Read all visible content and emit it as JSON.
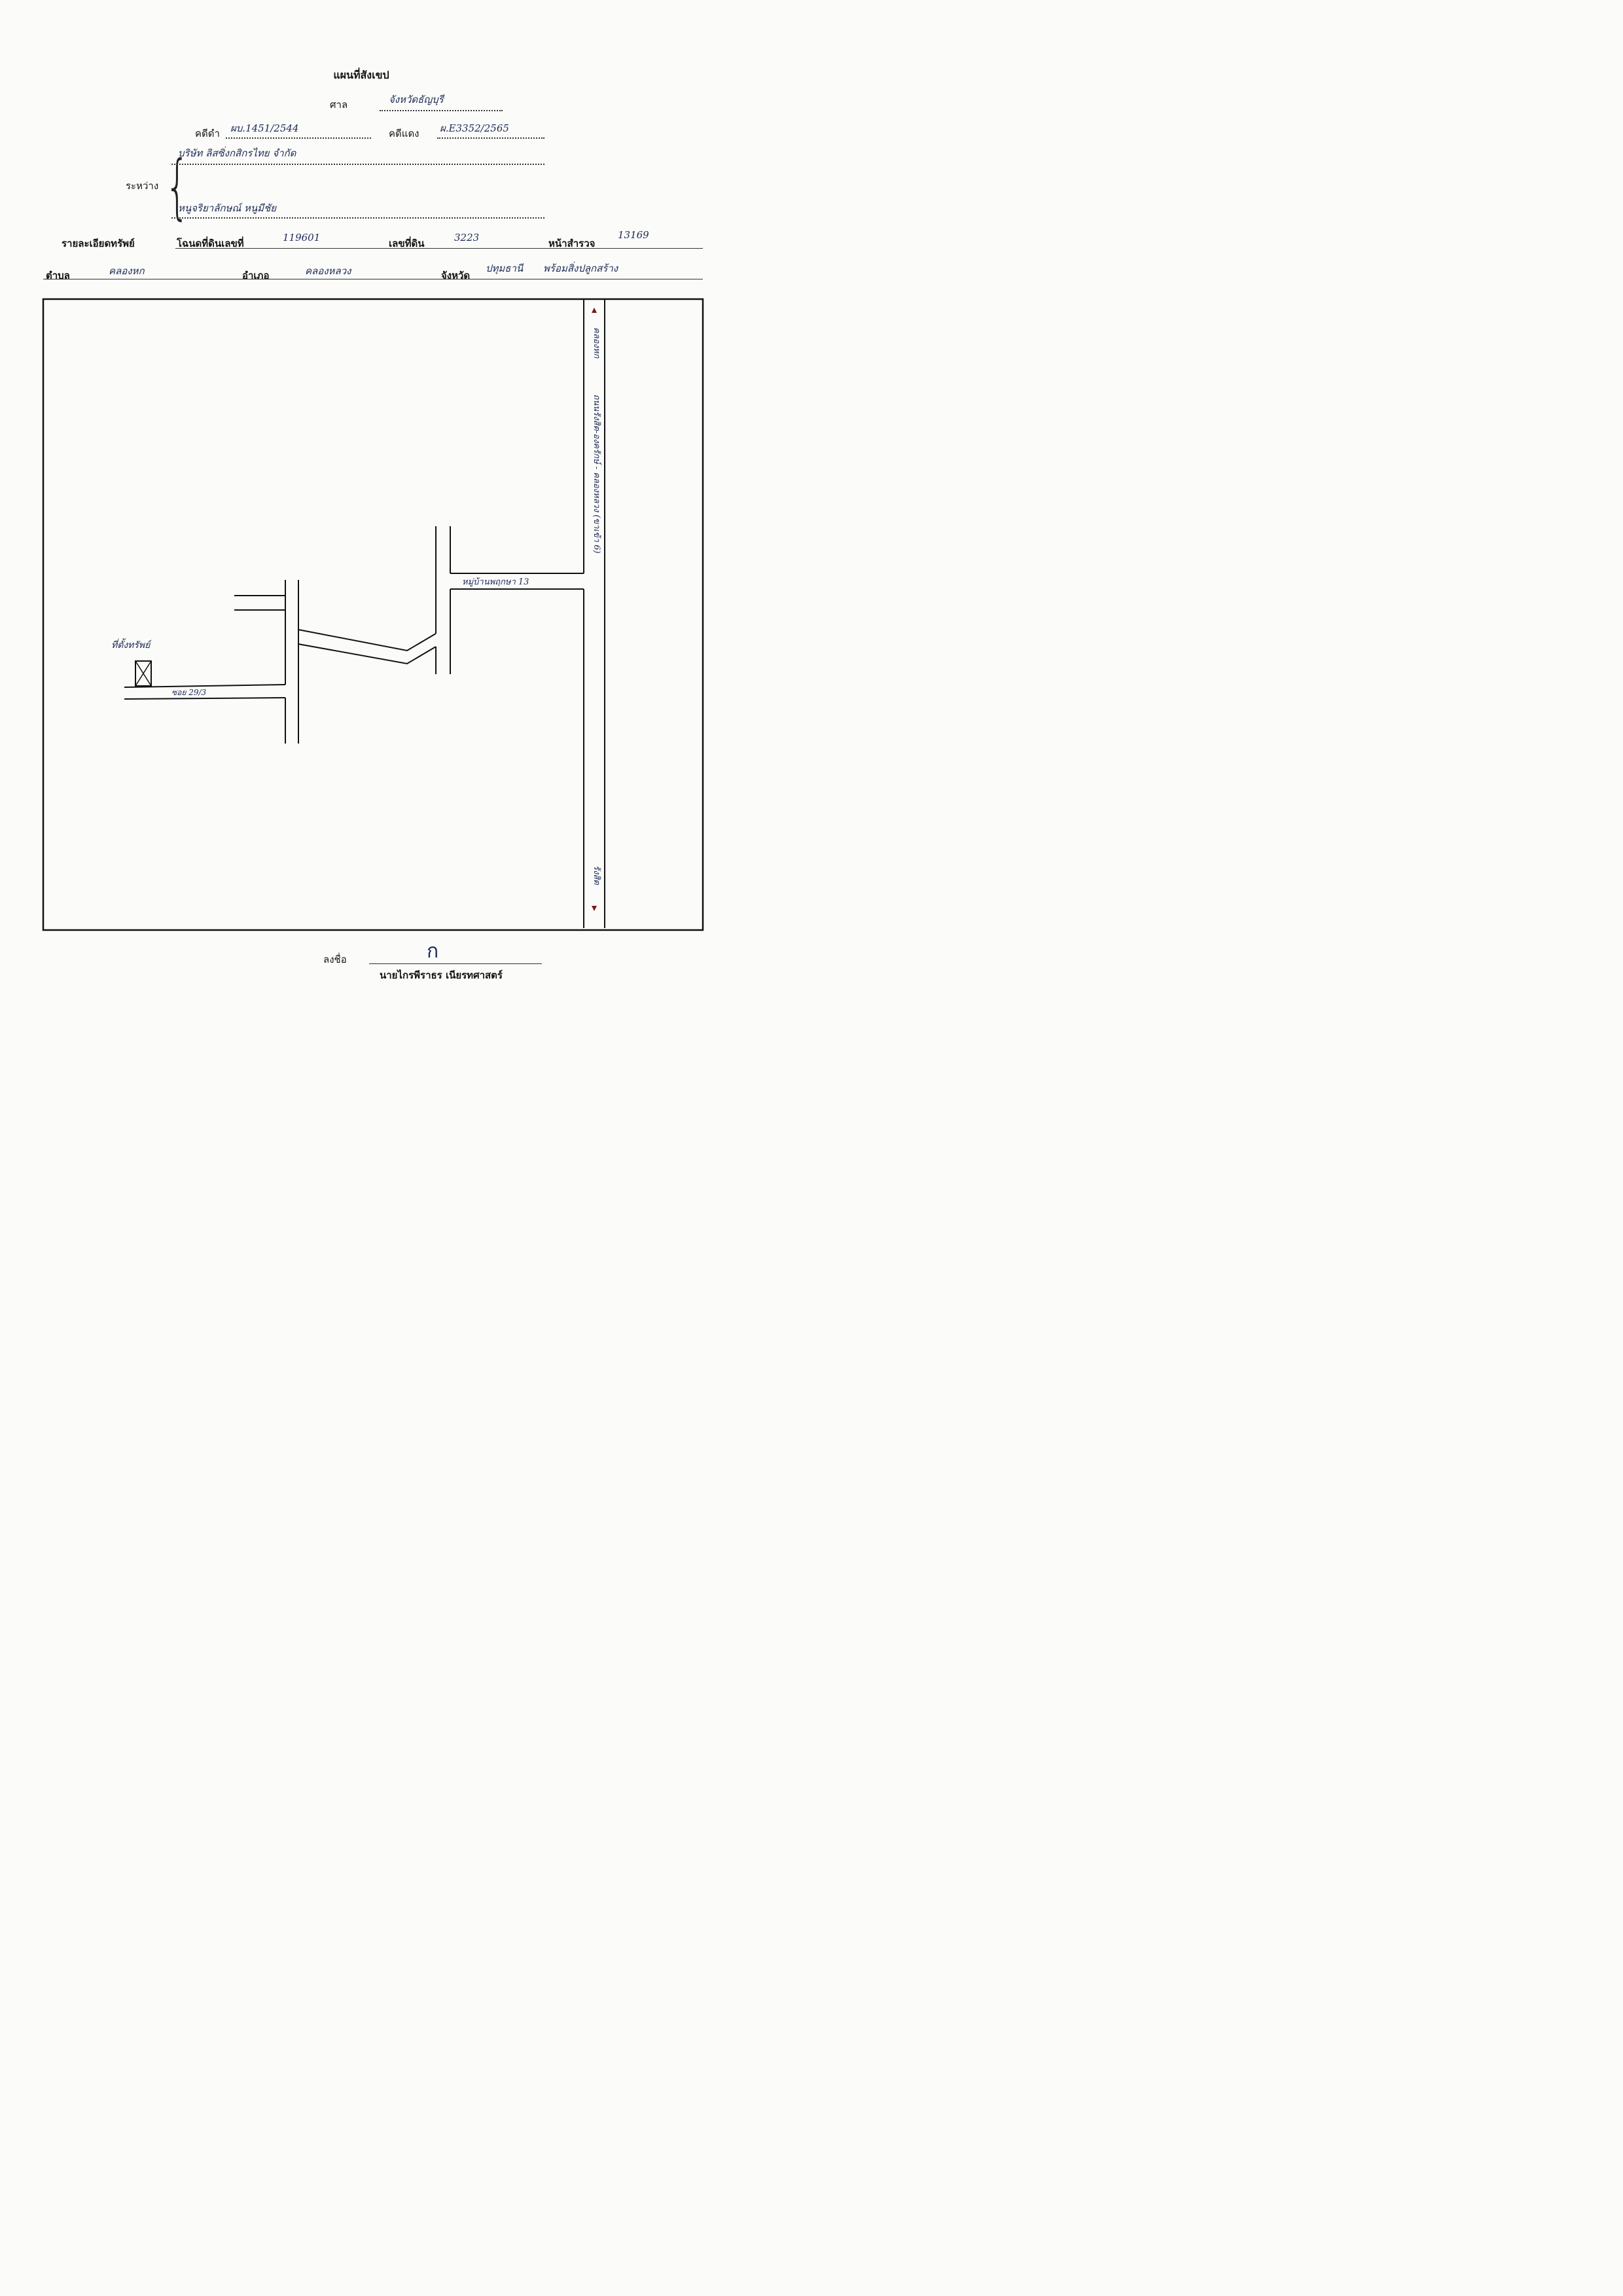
{
  "title": "แผนที่สังเขป",
  "court": {
    "label": "ศาล",
    "value": "จังหวัดธัญบุรี"
  },
  "black_case": {
    "label": "คดีดำ",
    "value": "ผบ.1451/2544"
  },
  "red_case": {
    "label": "คดีแดง",
    "value": "ผ.E3352/2565"
  },
  "between": {
    "label": "ระหว่าง",
    "party1": "บริษัท ลิสซิ่งกสิกรไทย จำกัด",
    "party2": "หนูจริยาลักษณ์ หนูมีชัย"
  },
  "property": {
    "label": "รายละเอียดทรัพย์",
    "deed_label": "โฉนดที่ดินเลขที่",
    "deed_value": "119601",
    "land_no_label": "เลขที่ดิน",
    "land_no_value": "3223",
    "survey_label": "หน้าสำรวจ",
    "survey_value": "13169"
  },
  "location": {
    "subdistrict_label": "ตำบล",
    "subdistrict_value": "คลองหก",
    "district_label": "อำเภอ",
    "district_value": "คลองหลวง",
    "province_label": "จังหวัด",
    "province_value": "ปทุมธานี",
    "province_note": "พร้อมสิ่งปลูกสร้าง"
  },
  "map": {
    "main_road_label": "ถนนรังสิต-องครักษ์ - คลองหลวง (ขาเข้า 6)",
    "top_direction": "คลองหก",
    "bottom_direction": "รังสิต",
    "branch_road_label": "หมู่บ้านพฤกษา 13",
    "soi_label": "ซอย 29/3",
    "property_label": "ที่ตั้งทรัพย์"
  },
  "signature": {
    "label": "ลงชื่อ",
    "mark": "ก",
    "name": "นายไกรพีราธร เนียรทศาสตร์"
  }
}
